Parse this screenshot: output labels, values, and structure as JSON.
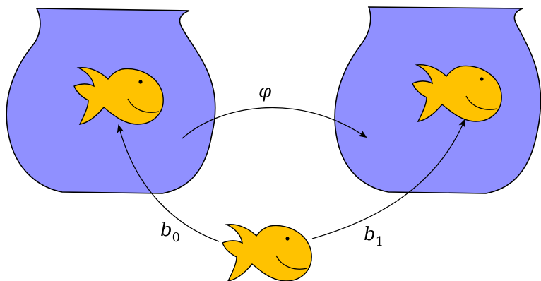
{
  "colors": {
    "bowl_fill": "#9090ff",
    "fish_fill": "#ffc200",
    "outline": "#000000",
    "background": "#ffffff"
  },
  "labels": {
    "phi": "φ",
    "b0_base": "b",
    "b0_sub": "0",
    "b1_base": "b",
    "b1_sub": "1"
  },
  "icons": {
    "fish": "goldfish-icon",
    "bowl": "fishbowl-icon"
  }
}
